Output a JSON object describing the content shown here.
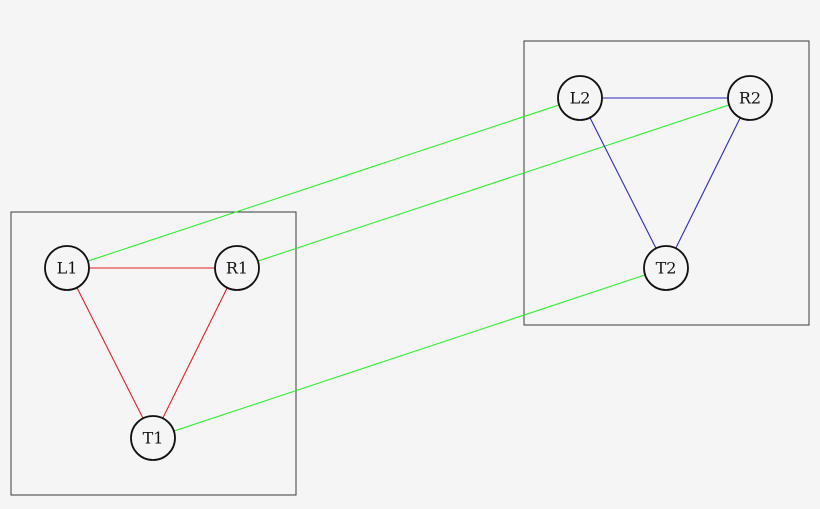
{
  "colors": {
    "background": "#f5f5f5",
    "box_border": "#3a3a3a",
    "node_border": "#111111",
    "node_fill": "#f5f5f5",
    "group1_edges": "#e02020",
    "group2_edges": "#2a2ac0",
    "cross_edges": "#33ee33"
  },
  "groups": [
    {
      "id": "group-1",
      "edge_color_key": "group1_edges",
      "nodes": [
        {
          "id": "L1",
          "label": "L1"
        },
        {
          "id": "R1",
          "label": "R1"
        },
        {
          "id": "T1",
          "label": "T1"
        }
      ],
      "edges": [
        [
          "L1",
          "R1"
        ],
        [
          "L1",
          "T1"
        ],
        [
          "R1",
          "T1"
        ]
      ]
    },
    {
      "id": "group-2",
      "edge_color_key": "group2_edges",
      "nodes": [
        {
          "id": "L2",
          "label": "L2"
        },
        {
          "id": "R2",
          "label": "R2"
        },
        {
          "id": "T2",
          "label": "T2"
        }
      ],
      "edges": [
        [
          "L2",
          "R2"
        ],
        [
          "L2",
          "T2"
        ],
        [
          "R2",
          "T2"
        ]
      ]
    }
  ],
  "cross_edges": [
    [
      "L1",
      "L2"
    ],
    [
      "R1",
      "R2"
    ],
    [
      "T1",
      "T2"
    ]
  ]
}
